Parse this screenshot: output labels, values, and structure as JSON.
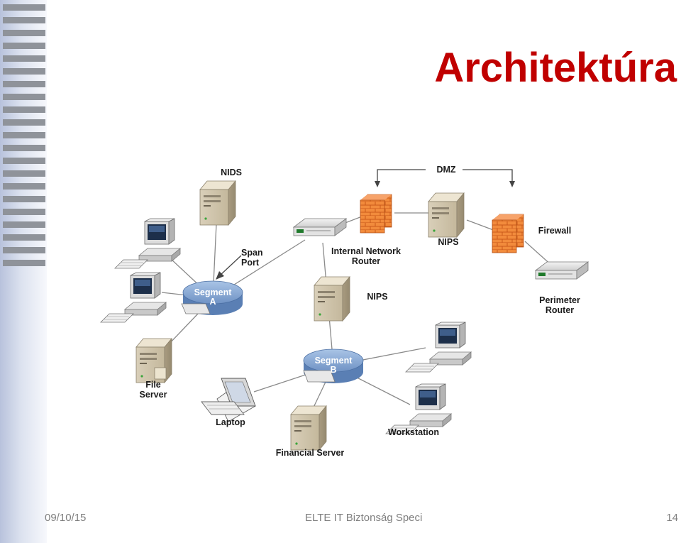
{
  "title": "Architektúra",
  "footer": {
    "date": "09/10/15",
    "center": "ELTE IT Biztonság Speci",
    "page": "14"
  },
  "diagram": {
    "labels": {
      "nids": "NIDS",
      "span_port_1": "Span",
      "span_port_2": "Port",
      "segment_a_1": "Segment",
      "segment_a_2": "A",
      "segment_b_1": "Segment",
      "segment_b_2": "B",
      "internal_router_1": "Internal Network",
      "internal_router_2": "Router",
      "nips_center": "NIPS",
      "nips_dmz": "NIPS",
      "dmz": "DMZ",
      "firewall": "Firewall",
      "perimeter_router_1": "Perimeter",
      "perimeter_router_2": "Router",
      "file_server_1": "File",
      "file_server_2": "Server",
      "laptop": "Laptop",
      "financial_server": "Financial Server",
      "workstation": "Workstation"
    },
    "colors": {
      "title": "#c00000",
      "firewall_brick": "#f07a2e",
      "segment_hub": "#8fb0d8",
      "line": "#8a8a8a"
    },
    "icons": [
      "server-icon",
      "desktop-computer-icon",
      "router-icon",
      "firewall-icon",
      "hub-icon",
      "laptop-icon"
    ]
  }
}
